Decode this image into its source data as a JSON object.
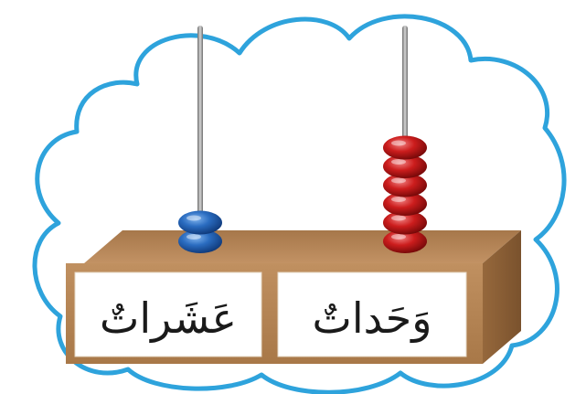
{
  "abacus": {
    "tens_label": "عَشَراتٌ",
    "units_label": "وَحَداتٌ",
    "tens_bead_count": 2,
    "units_bead_count": 6,
    "tens_bead_color": "#1f5fa8",
    "units_bead_color": "#c41a1a",
    "cloud_outline_color": "#2ea3dc",
    "box_color": "#b58553",
    "rod_color": "#8e8e8e"
  }
}
